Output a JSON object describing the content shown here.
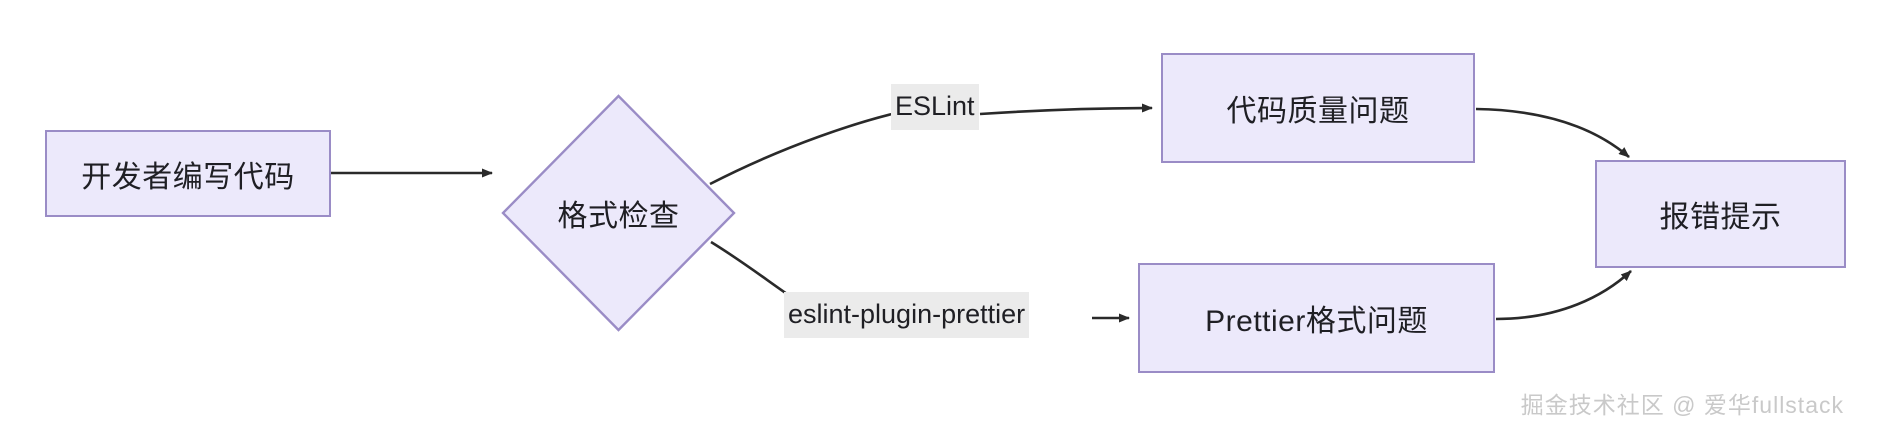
{
  "diagram": {
    "type": "flowchart",
    "direction": "left-to-right",
    "theme": {
      "node_fill": "#ece9fb",
      "node_border": "#9a8cc6",
      "node_text": "#1f1f24",
      "edge_stroke": "#2a2a2a",
      "edge_label_bg": "#ebebeb",
      "canvas_bg": "#ffffff",
      "watermark_color": "#c9c9c9"
    },
    "nodes": [
      {
        "id": "start",
        "label": "开发者编写代码",
        "shape": "rect"
      },
      {
        "id": "check",
        "label": "格式检查",
        "shape": "diamond"
      },
      {
        "id": "quality",
        "label": "代码质量问题",
        "shape": "rect"
      },
      {
        "id": "pretty",
        "label": "Prettier格式问题",
        "shape": "rect"
      },
      {
        "id": "error",
        "label": "报错提示",
        "shape": "rect"
      }
    ],
    "edges": [
      {
        "from": "start",
        "to": "check",
        "label": ""
      },
      {
        "from": "check",
        "to": "quality",
        "label": "ESLint"
      },
      {
        "from": "check",
        "to": "pretty",
        "label": "eslint-plugin-prettier"
      },
      {
        "from": "quality",
        "to": "error",
        "label": ""
      },
      {
        "from": "pretty",
        "to": "error",
        "label": ""
      }
    ]
  },
  "watermark": {
    "text": "掘金技术社区 @ 爱华fullstack"
  }
}
